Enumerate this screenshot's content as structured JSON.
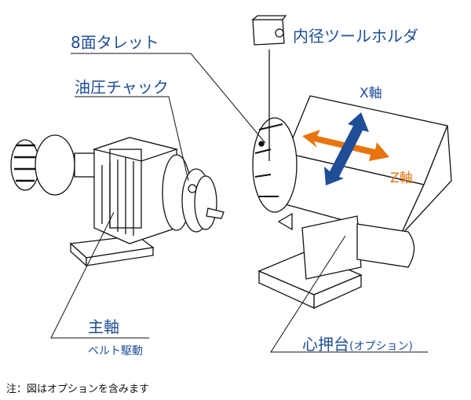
{
  "labels": {
    "turret": "8面タレット",
    "chuck": "油圧チャック",
    "tool_holder": "内径ツールホルダ",
    "x_axis": "X軸",
    "z_axis": "Z軸",
    "spindle": "主軸",
    "belt_drive": "ベルト駆動",
    "tailstock": "心押台",
    "tailstock_option": "(オプション)"
  },
  "note": "注：図はオプションを含みます",
  "colors": {
    "label_blue": "#1f4e96",
    "x_arrow": "#1f4e96",
    "z_arrow": "#e8740f",
    "line": "#111111"
  }
}
